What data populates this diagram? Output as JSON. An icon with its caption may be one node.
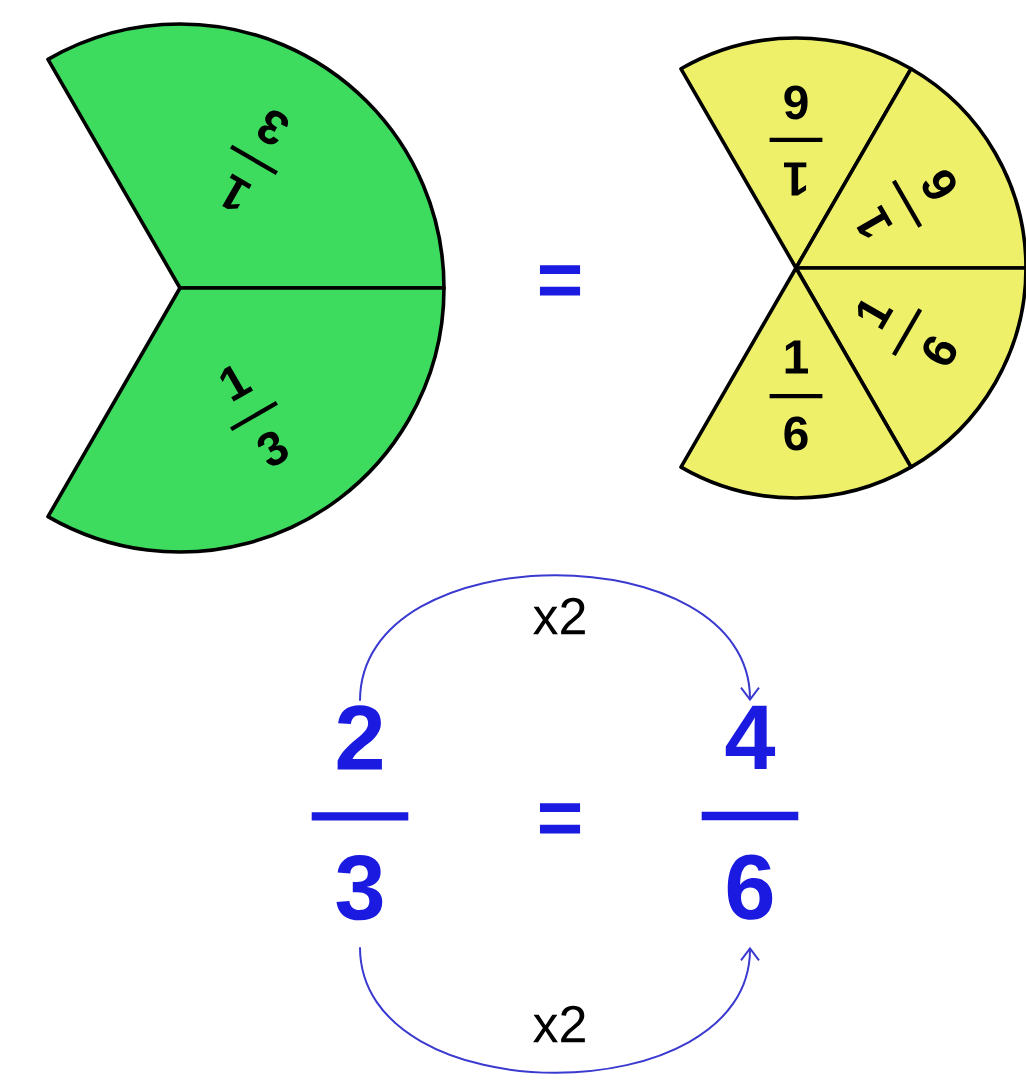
{
  "diagram": {
    "nodes": [
      {
        "text": [
          "1",
          "3"
        ]
      },
      {
        "text": [
          "1",
          "3"
        ]
      },
      {
        "text": [
          "1",
          "6"
        ]
      },
      {
        "text": [
          "1",
          "6"
        ]
      },
      {
        "text": [
          "1",
          "6"
        ]
      },
      {
        "text": [
          "1",
          "6"
        ]
      },
      {
        "text": [
          "2",
          "3"
        ]
      },
      {
        "text": [
          "4",
          "6"
        ]
      }
    ],
    "edges": [
      {
        "from": 6,
        "to": 7,
        "arrow": "to",
        "label": "x2"
      },
      {
        "from": 6,
        "to": 7,
        "arrow": "to",
        "label": "x2"
      }
    ],
    "labels": [
      "=",
      "="
    ]
  }
}
